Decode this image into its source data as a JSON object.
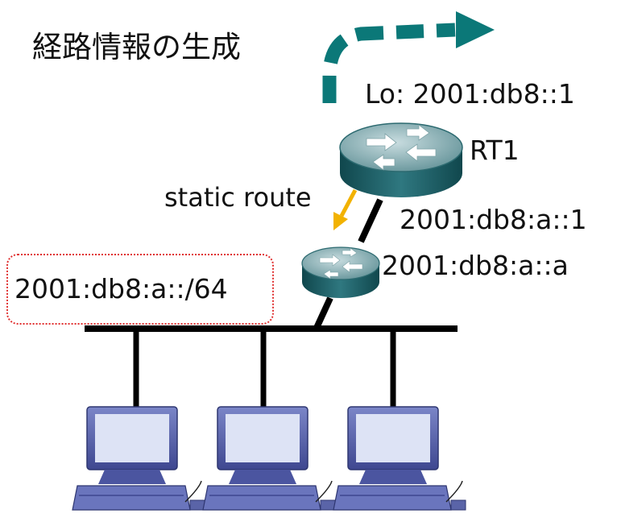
{
  "title": "経路情報の生成",
  "loopback_label": "Lo: 2001:db8::1",
  "router_name": "RT1",
  "static_route_label": "static route",
  "rt1_link_address": "2001:db8:a::1",
  "router2_link_address": "2001:db8:a::a",
  "lan_prefix": "2001:db8:a::/64",
  "colors": {
    "advert_arrow": "#0b7878",
    "static_arrow": "#f2b200",
    "prefix_border": "#e03030",
    "router_body": "#1f5e66",
    "router_top": "#8ab0b4",
    "monitor": "#5a64a8",
    "screen": "#dde3f5"
  },
  "icons": [
    "router-icon",
    "pc-icon",
    "route-advertisement-arrow"
  ]
}
